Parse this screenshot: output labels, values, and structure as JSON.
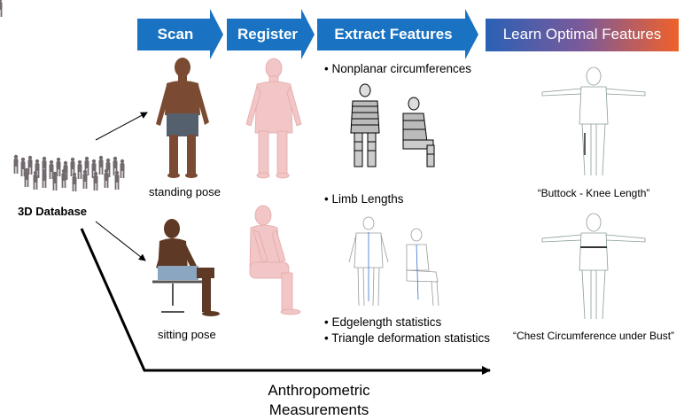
{
  "stages": [
    {
      "label": "Scan"
    },
    {
      "label": "Register"
    },
    {
      "label": "Extract Features"
    },
    {
      "label": "Learn Optimal Features"
    }
  ],
  "database_label": "3D Database",
  "poses": {
    "standing": "standing pose",
    "sitting": "sitting pose"
  },
  "features": {
    "nonplanar": "• Nonplanar circumferences",
    "limb": "• Limb Lengths",
    "edge": "• Edgelength statistics",
    "triangle": "• Triangle deformation statistics"
  },
  "learned": {
    "top": "“Buttock - Knee Length”",
    "bottom": "“Chest Circumference under Bust”"
  },
  "bottom_label": {
    "line1": "Anthropometric",
    "line2": "Measurements"
  },
  "colors": {
    "arrow_blue": "#1a73c2",
    "learn_start": "#2a61b5",
    "learn_end": "#f0612a",
    "scan_skin": "#7a4a32",
    "registered_pink": "#f2c6c6"
  }
}
